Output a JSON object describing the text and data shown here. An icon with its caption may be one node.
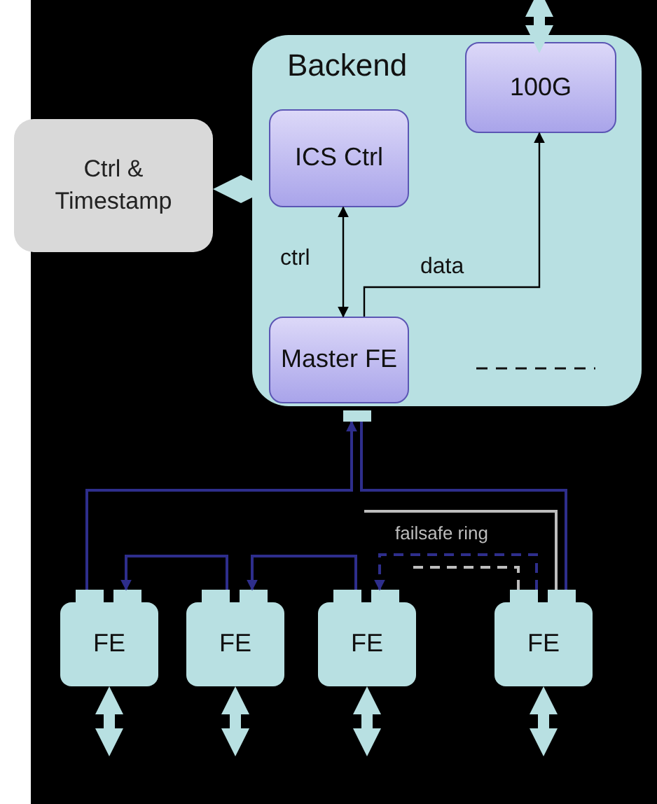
{
  "diagram": {
    "nodes": [
      {
        "text": [
          "Ctrl & Timestamp"
        ]
      },
      {
        "text": [
          "Backend"
        ]
      },
      {
        "text": [
          "100G"
        ],
        "in": 1
      },
      {
        "text": [
          "ICS Ctrl"
        ],
        "in": 1
      },
      {
        "text": [
          "Master FE"
        ],
        "in": 1
      },
      {
        "text": [],
        "shape": "box"
      },
      {
        "text": [
          "FE"
        ]
      },
      {
        "text": [
          "FE"
        ]
      },
      {
        "text": [
          "FE"
        ]
      },
      {
        "text": [
          "FE"
        ]
      }
    ],
    "edges": [
      {
        "from": 0,
        "to": 3,
        "arrow": "both",
        "style": "thick"
      },
      {
        "from": 2,
        "to": null,
        "arrow": "both",
        "style": "thick"
      },
      {
        "from": 3,
        "to": 4,
        "arrow": "both",
        "label": "ctrl",
        "color": "#000000"
      },
      {
        "from": 4,
        "to": 2,
        "arrow": "to",
        "label": "data",
        "color": "#000000"
      },
      {
        "from": 6,
        "to": 5,
        "arrow": "to",
        "color": "#2e2e8c"
      },
      {
        "from": 5,
        "to": 9,
        "arrow": "none",
        "color": "#2e2e8c"
      },
      {
        "from": 7,
        "to": 6,
        "arrow": "to",
        "color": "#2e2e8c"
      },
      {
        "from": 8,
        "to": 7,
        "arrow": "to",
        "color": "#2e2e8c"
      },
      {
        "from": 9,
        "to": 8,
        "arrow": "to",
        "style": "dashed",
        "color": "#2e2e8c"
      },
      {
        "from": 9,
        "to": null,
        "arrow": "none",
        "label": "failsafe ring",
        "color": "#bdbdbd"
      },
      {
        "from": 9,
        "to": null,
        "arrow": "none",
        "style": "dashed",
        "color": "#bdbdbd"
      },
      {
        "from": 6,
        "to": null,
        "arrow": "both",
        "style": "thick"
      },
      {
        "from": 7,
        "to": null,
        "arrow": "both",
        "style": "thick"
      },
      {
        "from": 8,
        "to": null,
        "arrow": "both",
        "style": "thick"
      },
      {
        "from": 9,
        "to": null,
        "arrow": "both",
        "style": "thick"
      }
    ]
  }
}
